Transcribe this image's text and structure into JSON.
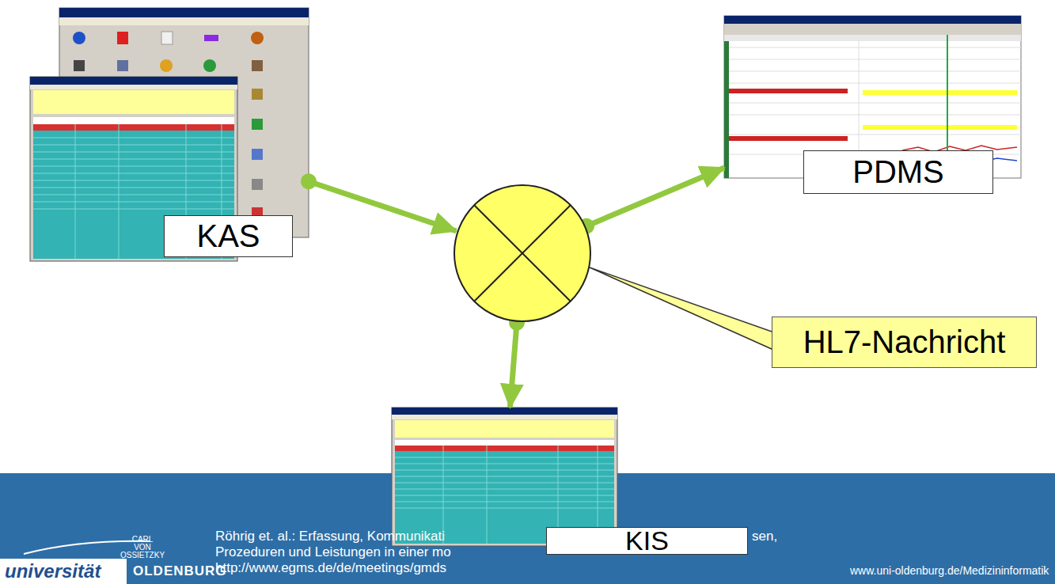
{
  "diagram": {
    "nodes": [
      {
        "text": [
          "KAS"
        ]
      },
      {
        "text": [
          "PDMS"
        ]
      },
      {
        "text": []
      },
      {
        "text": [
          "HL7-Nachricht"
        ]
      },
      {
        "text": [
          "KIS"
        ]
      }
    ],
    "edges": [
      {
        "from": 0,
        "to": 2,
        "arrow": "to"
      },
      {
        "from": 2,
        "to": 1,
        "arrow": "to"
      },
      {
        "from": 2,
        "to": 4,
        "arrow": "to"
      }
    ],
    "labels": [
      "CARL",
      "VON",
      "OSSIETZKY",
      "universität",
      "OLDENBURG",
      "Röhrig et. al.: Erfassung, Kommunikati",
      "sen,",
      "Prozeduren und Leistungen in einer mo",
      "http://www.egms.de/de/meetings/gmds",
      "www.uni-oldenburg.de/Medizininformatik"
    ]
  }
}
